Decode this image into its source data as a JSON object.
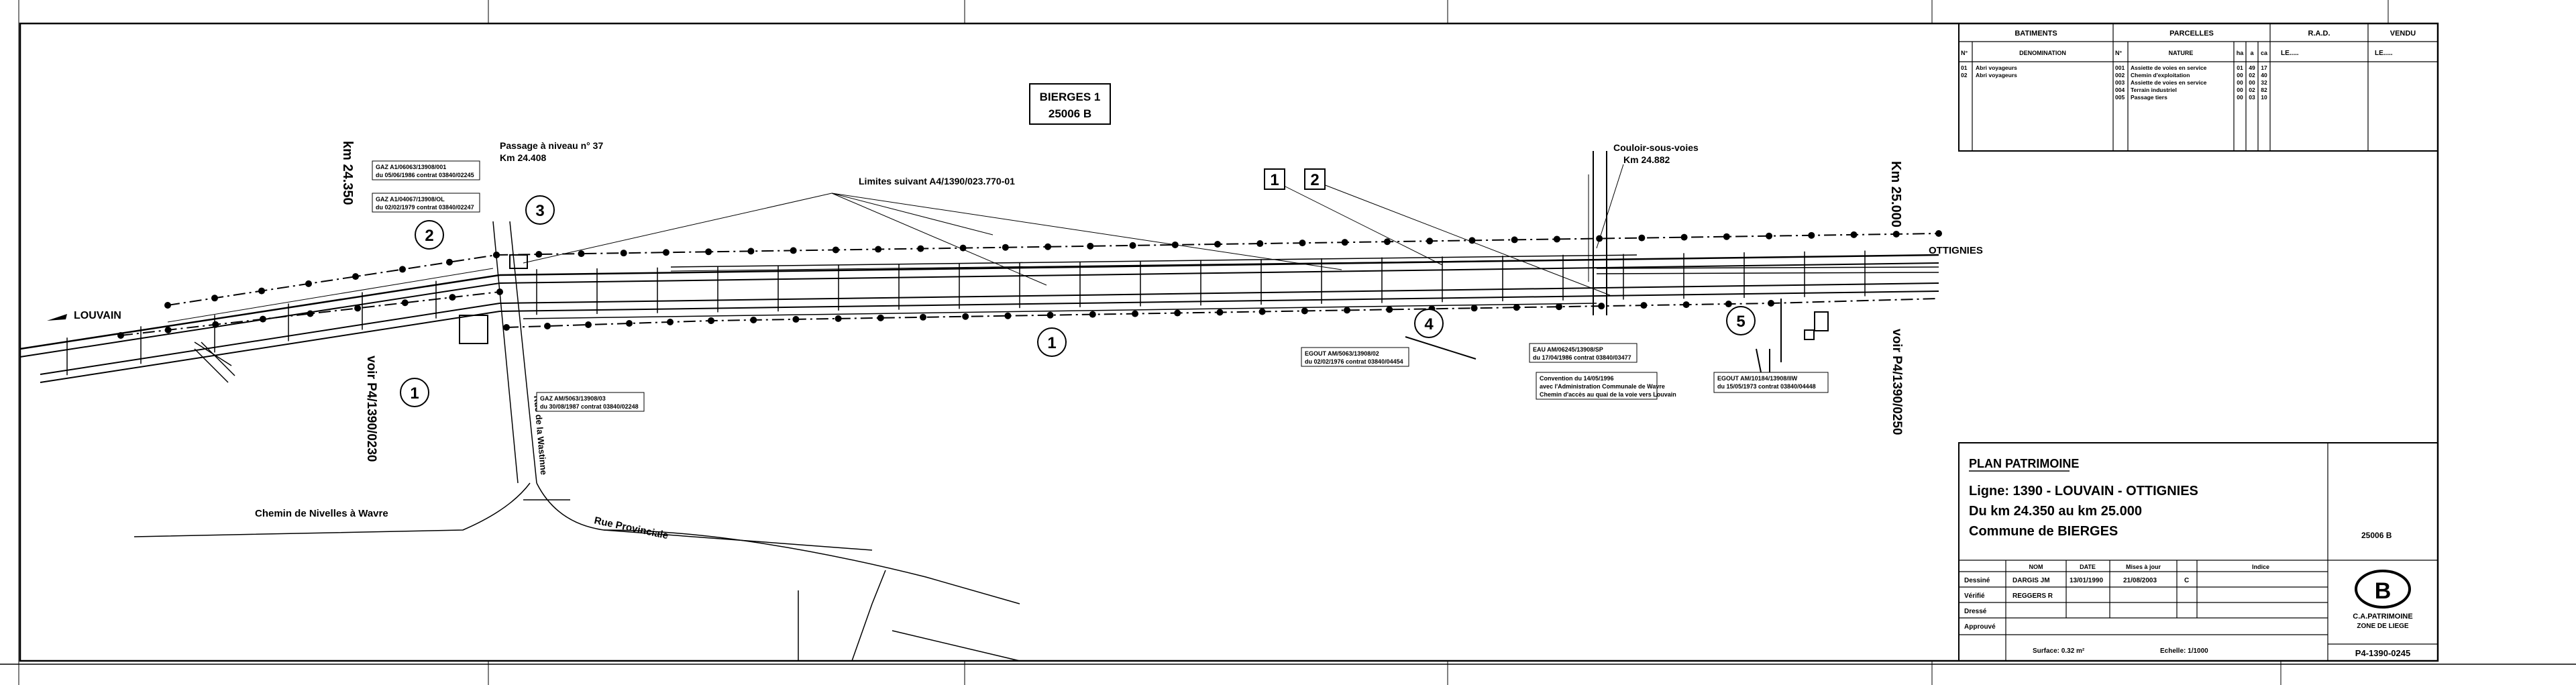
{
  "title_block": {
    "heading": "PLAN PATRIMOINE",
    "line": "Ligne: 1390 - LOUVAIN - OTTIGNIES",
    "km_range": "Du km 24.350 au km 25.000",
    "commune": "Commune de BIERGES",
    "sheet_id": "25006 B",
    "drawing_no": "P4-1390-0245",
    "surface": "Surface: 0.32 m²",
    "echelle": "Echelle: 1/1000",
    "org_line1": "C.A.PATRIMOINE",
    "org_line2": "ZONE DE LIEGE",
    "logo_letter": "B",
    "col_nom": "NOM",
    "col_date": "DATE",
    "col_mises": "Mises à jour",
    "col_indice": "Indice",
    "rows": [
      {
        "label": "Dessiné",
        "nom": "DARGIS JM",
        "date": "13/01/1990",
        "mise": "21/08/2003",
        "indice": "C"
      },
      {
        "label": "Vérifié",
        "nom": "REGGERS R",
        "date": "",
        "mise": "",
        "indice": ""
      },
      {
        "label": "Dressé",
        "nom": "",
        "date": "",
        "mise": "",
        "indice": ""
      },
      {
        "label": "Approuvé",
        "nom": "",
        "date": "",
        "mise": "",
        "indice": ""
      }
    ]
  },
  "legend": {
    "batiments": "BATIMENTS",
    "parcelles": "PARCELLES",
    "rad": "R.A.D.",
    "vendu": "VENDU",
    "no": "N°",
    "denomination": "DENOMINATION",
    "nature": "NATURE",
    "ha": "ha",
    "a": "a",
    "ca": "ca",
    "le1": "LE.....",
    "le2": "LE.....",
    "buildings": [
      {
        "no": "01",
        "name": "Abri voyageurs"
      },
      {
        "no": "02",
        "name": "Abri voyageurs"
      }
    ],
    "parcels": [
      {
        "no": "001",
        "nature": "Assiette de voies en service",
        "ha": "01",
        "a": "49",
        "ca": "17"
      },
      {
        "no": "002",
        "nature": "Chemin d'exploitation",
        "ha": "00",
        "a": "02",
        "ca": "40"
      },
      {
        "no": "003",
        "nature": "Assiette de voies en service",
        "ha": "00",
        "a": "00",
        "ca": "32"
      },
      {
        "no": "004",
        "nature": "Terrain industriel",
        "ha": "00",
        "a": "02",
        "ca": "82"
      },
      {
        "no": "005",
        "nature": "Passage tiers",
        "ha": "00",
        "a": "03",
        "ca": "10"
      }
    ]
  },
  "plan": {
    "station_name": "BIERGES 1",
    "station_code": "25006 B",
    "direction_left": "LOUVAIN",
    "direction_right": "OTTIGNIES",
    "km_start": "km 24.350",
    "km_end": "Km 25.000",
    "voir_left": "voir P4/1390/0230",
    "voir_right": "voir P4/1390/0250",
    "passage_title": "Passage à niveau n° 37",
    "passage_km": "Km 24.408",
    "couloir_title": "Couloir-sous-voies",
    "couloir_km": "Km 24.882",
    "limites": "Limites suivant A4/1390/023.770-01",
    "gaz1_l1": "GAZ A1/06063/13908/001",
    "gaz1_l2": "du 05/06/1986 contrat 03840/02245",
    "gaz2_l1": "GAZ A1/04067/13908/OL",
    "gaz2_l2": "du 02/02/1979 contrat 03840/02247",
    "gaz3_l1": "GAZ AM/5063/13908/03",
    "gaz3_l2": "du 30/08/1987 contrat 03840/02248",
    "egout1_l1": "EGOUT AM/5063/13908/02",
    "egout1_l2": "du 02/02/1976 contrat 03840/04454",
    "eau_l1": "EAU AM/06245/13908/SP",
    "eau_l2": "du 17/04/1986 contrat 03840/03477",
    "conv_l1": "Convention du 14/05/1996",
    "conv_l2": "avec l'Administration Communale de Wavre",
    "conv_l3": "Chemin d'accès au quai de la voie vers Louvain",
    "egout2_l1": "EGOUT AM/10184/13908/IIW",
    "egout2_l2": "du 15/05/1973 contrat 03840/04448",
    "road1": "Chemin de Nivelles à Wavre",
    "road2": "Rue Provinciale",
    "road3": "Rue de la Wastinne",
    "circles": [
      "1",
      "1",
      "2",
      "3",
      "4",
      "5"
    ],
    "squares": [
      "1",
      "2"
    ]
  }
}
